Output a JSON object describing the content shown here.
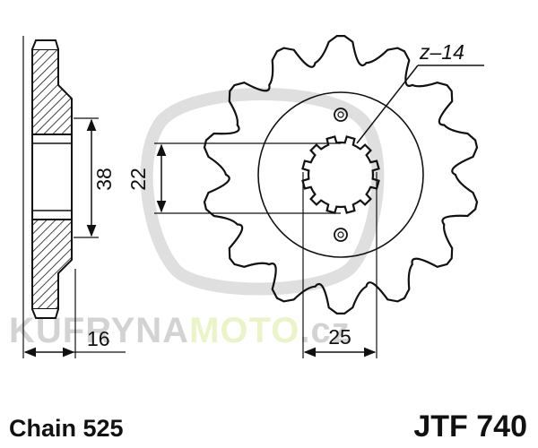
{
  "diagram": {
    "teeth_label": "z–14",
    "bore_label": "22",
    "bolt_circle_label": "38",
    "center_spacing_label": "25",
    "width_label": "16"
  },
  "caption": {
    "chain": "Chain 525",
    "part_number": "JTF 740"
  },
  "watermark": {
    "part1": "KUFRYNA",
    "part2": "MOTO",
    "suffix": ".cz",
    "color_main": "#cfcfcf",
    "color_accent": "#e8f2c4"
  },
  "colors": {
    "line": "#111111",
    "background": "#ffffff"
  }
}
